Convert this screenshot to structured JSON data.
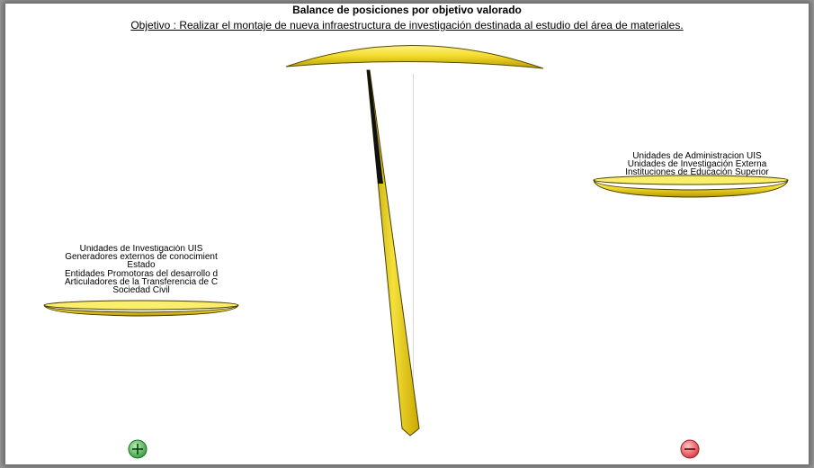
{
  "title": "Balance de posiciones por objetivo valorado",
  "objective": "Objetivo : Realizar el montaje de nueva infraestructura de investigación destinada al estudio del área de materiales.",
  "left_pan": {
    "items": [
      "Unidades de Investigación UIS",
      "Generadores externos de conocimient",
      "Estado",
      "Entidades Promotoras del desarrollo d",
      "Articuladores de la Transferencia de C",
      "Sociedad Civil"
    ]
  },
  "right_pan": {
    "items": [
      "Unidades de Administracion UIS",
      "Unidades de Investigación Externa",
      "Instituciones de Educación Superior"
    ]
  },
  "buttons": {
    "plus_symbol": "+",
    "minus_symbol": "−"
  },
  "colors": {
    "gold": "#f2dc2c",
    "gold_dark": "#8a7400",
    "plus_green": "#3fae49",
    "minus_red": "#e2454b"
  }
}
